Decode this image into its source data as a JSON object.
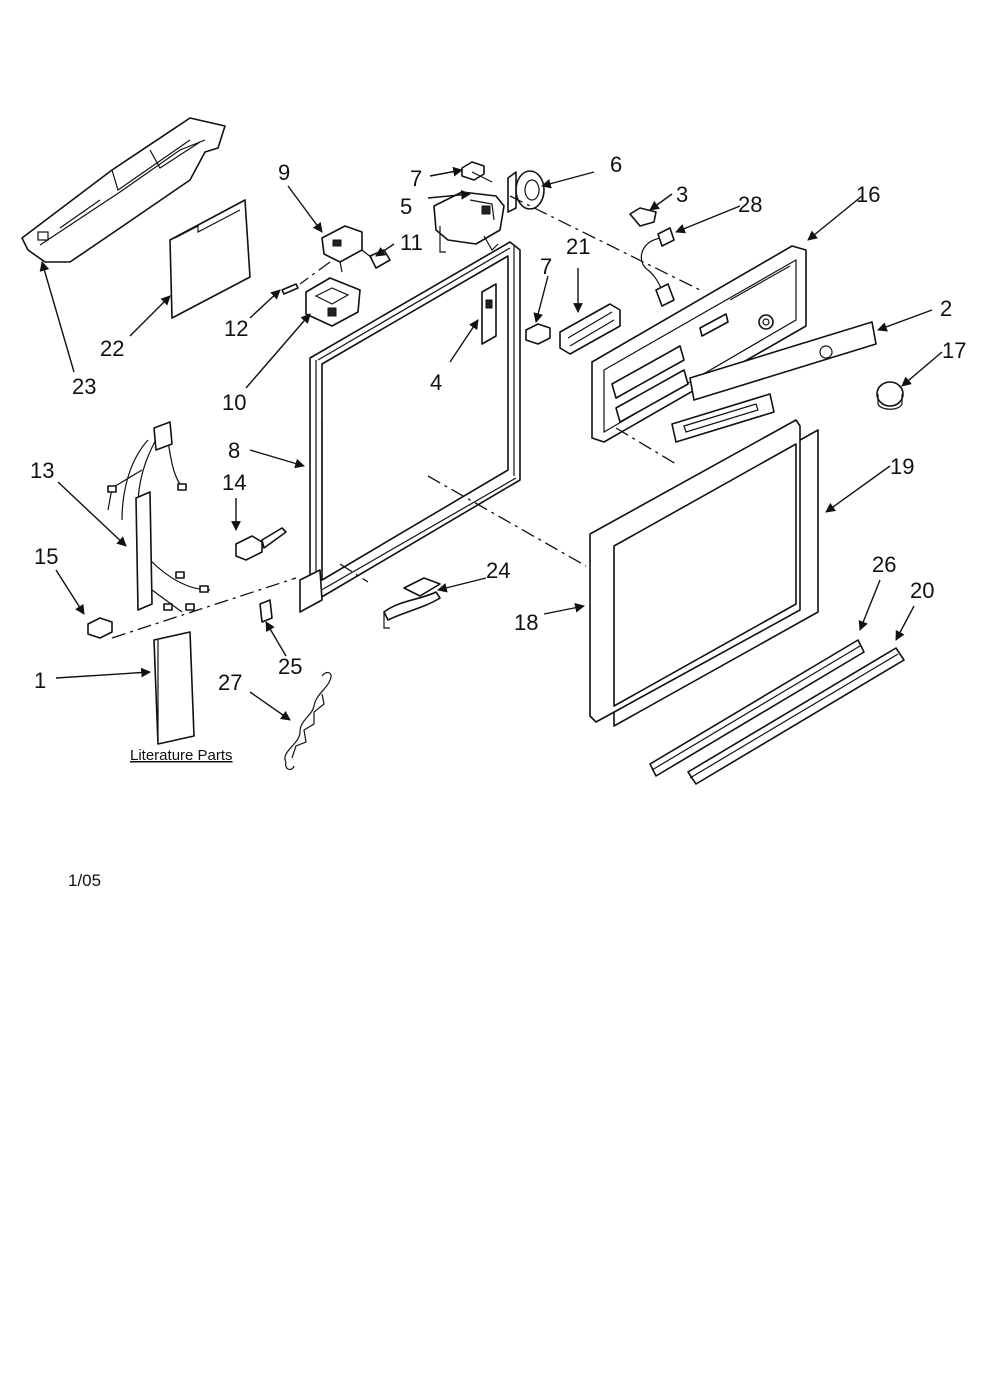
{
  "diagram": {
    "callouts": [
      "1",
      "2",
      "3",
      "4",
      "5",
      "6",
      "7",
      "7",
      "8",
      "9",
      "10",
      "11",
      "12",
      "13",
      "14",
      "15",
      "16",
      "17",
      "18",
      "19",
      "20",
      "21",
      "22",
      "23",
      "24",
      "25",
      "26",
      "27",
      "28"
    ],
    "literature_label": "Literature Parts",
    "date_code": "1/05"
  }
}
